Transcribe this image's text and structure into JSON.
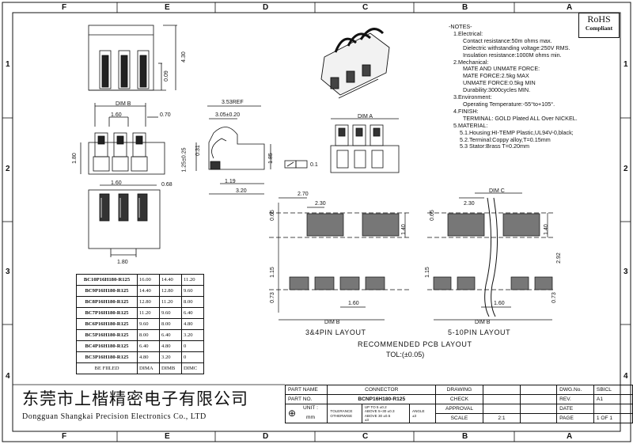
{
  "zones_top": [
    "F",
    "E",
    "D",
    "C",
    "B",
    "A"
  ],
  "zones_bottom": [
    "F",
    "E",
    "D",
    "C",
    "B",
    "A"
  ],
  "zones_side": [
    "1",
    "2",
    "3",
    "4"
  ],
  "rohs": {
    "line1": "RoHS",
    "line2": "Compliant"
  },
  "notes": {
    "title": "-NOTES-",
    "lines": [
      "1.Electrical:",
      "Contact resistance:50m ohms max.",
      "Dielectric withstanding voltage:250V RMS.",
      "Insulation resistance:1000M ohms min.",
      "2.Mechanical:",
      "MATE AND UNMATE FORCE:",
      "MATE FORCE:2.5kg MAX",
      "UNMATE FORCE:0.5kg MIN",
      "Durability:3000cycles MIN.",
      "3.Environment:",
      "Operating Temperature:-55°to+105°.",
      "4.FINISH:",
      "TERMINAL: GOLD Plated ALL Over NICKEL.",
      "5.MATERIAL:",
      "5.1.Housing:HI-TEMP Plastic,UL94V-0,black;",
      "5.2.Terminal:Coppy alloy,T=0.15mm",
      "5.3 Stator:Brass  T=0.20mm"
    ]
  },
  "dims": {
    "h430": "4.30",
    "h009": "0.09",
    "dimb": "DIM B",
    "p160a": "1.60",
    "p070": "0.70",
    "h180": "1.80",
    "p160b": "1.60",
    "p068": "0.68",
    "w180": "1.80",
    "s353": "3.53REF",
    "s305": "3.05±0.20",
    "s031": "0.31",
    "s125": "1.25±0.25",
    "s185": "1.85",
    "s119": "1.19",
    "s320": "3.20",
    "flat": "0.1",
    "dima": "DIM A",
    "l270": "2.70",
    "l230": "2.30",
    "l065": "0.65",
    "l140": "1.40",
    "l115": "1.15",
    "l073": "0.73",
    "l160": "1.60",
    "ldimb": "DIM B",
    "r230": "2.30",
    "dimc": "DIM C",
    "r140": "1.40",
    "r292": "2.92",
    "r115": "1.15",
    "r073": "0.73",
    "r160": "1.60",
    "rdimb": "DIM B",
    "r065": "0.65"
  },
  "layout": {
    "left_caption": "3&4PIN LAYOUT",
    "right_caption": "5-10PIN LAYOUT",
    "rec": "RECOMMENDED PCB LAYOUT",
    "tol": "TOL:(±0.05)"
  },
  "variants": {
    "rows": [
      [
        "BC10P16H180-R125",
        "16.00",
        "14.40",
        "11.20"
      ],
      [
        "BC9P16H180-R125",
        "14.40",
        "12.80",
        "9.60"
      ],
      [
        "BC8P16H180-R125",
        "12.80",
        "11.20",
        "8.00"
      ],
      [
        "BC7P16H180-R125",
        "11.20",
        "9.60",
        "6.40"
      ],
      [
        "BC6P16H180-R125",
        "9.60",
        "8.00",
        "4.80"
      ],
      [
        "BC5P16H180-R125",
        "8.00",
        "6.40",
        "3.20"
      ],
      [
        "BC4P16H180-R125",
        "6.40",
        "4.80",
        "0"
      ],
      [
        "BC3P16H180-R125",
        "4.80",
        "3.20",
        "0"
      ]
    ],
    "footer": [
      "BE FIILED",
      "DIMA",
      "DIMB",
      "DIMC"
    ]
  },
  "company": {
    "cn": "东莞市上楷精密电子有限公司",
    "en": "Dongguan Shangkai Precision Electronics Co., LTD"
  },
  "title_block": {
    "part_name_label": "PART NAME",
    "part_name": "CONNECTOR",
    "drawing": "DRAWING",
    "dwg_no_label": "DWG.No.",
    "dwg_no": "SBICL",
    "part_no_label": "PART NO.",
    "part_no": "BCNP16H180-R125",
    "check": "CHECK",
    "rev_label": "REV.",
    "rev": "A1",
    "unit_label": "UNIT :",
    "unit": "mm",
    "tolerance": "TOLERANCE",
    "otherwise": "OTHERWISE",
    "tol_r1": "UP TO 5",
    "tol_r1v": "±0.2",
    "tol_r2": "ABOVE 5~30",
    "tol_r2v": "±0.3",
    "tol_r3": "ABOVE 30",
    "tol_r3v": "±0.5",
    "tol_r4": "",
    "tol_r4v": "±3",
    "angle_label": "ANGLE",
    "angle": "±3",
    "approval": "APPROVAL",
    "date_label": "DATE",
    "scale_label": "SCALE",
    "scale": "2:1",
    "page_label": "PAGE",
    "page": "1 OF 1"
  }
}
